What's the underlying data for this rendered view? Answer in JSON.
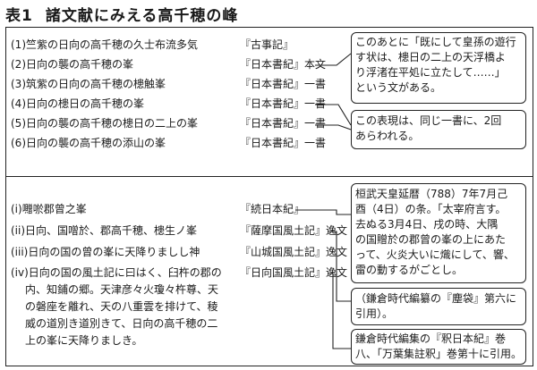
{
  "title": {
    "label": "表1",
    "text": "諸文献にみえる高千穂の峰"
  },
  "upper_rows": [
    {
      "entry": "(1)竺紫の日向の高千穂の久士布流多気",
      "source": "『古事記』"
    },
    {
      "entry": "(2)日向の襲の高千穂の峯",
      "source": "『日本書紀』本文"
    },
    {
      "entry": "(3)筑紫の日向の高千穂の槵触峯",
      "source": "『日本書紀』一書"
    },
    {
      "entry": "(4)日向の槵日の高千穂の峯",
      "source": "『日本書紀』一書"
    },
    {
      "entry": "(5)日向の襲の高千穂の槵日の二上の峯",
      "source": "『日本書紀』一書"
    },
    {
      "entry": "(6)日向の襲の高千穂の添山の峯",
      "source": "『日本書紀』一書"
    }
  ],
  "upper_notes": [
    {
      "lines": [
        "このあとに「既にして皇孫の遊行",
        "す状は、槵日の二上の天浮橋よ",
        "り浮渚在平処に立たして……」",
        "という文がある。"
      ]
    },
    {
      "lines": [
        "この表現は、同じ一書に、2回",
        "あらわれる。"
      ]
    }
  ],
  "lower_rows": [
    {
      "entry": "(i)囎唹郡曾之峯",
      "source": "『続日本紀』"
    },
    {
      "entry": "(ii)日向、国噌於、郡高千穂、槵生ノ峯",
      "source": "『薩摩国風土記』逸文"
    },
    {
      "entry": "(iii)日向の国の曾の峯に天降りましし神",
      "source": "『山城国風土記』逸文"
    },
    {
      "entry": "(iv)日向の国の風土記に曰はく、臼杵の郡の",
      "source": "『日向国風土記』逸文"
    }
  ],
  "lower_entry_continued": [
    "内、知鋪の郷。天津彦々火瓊々杵尊、天",
    "の磐座を離れ、天の八重雲を排けて、稜",
    "威の道別き道別きて、日向の高千穂の二",
    "上の峯に天降りましき。"
  ],
  "lower_notes": [
    {
      "lines": [
        "桓武天皇延暦（788）7年7月己",
        "酉（4日）の条。「太宰府言す。",
        "去ぬる3月4日、戌の時、大隅",
        "の国贈於の郡曾の峯の上にあた",
        "って、火炎大いに熾にして、響、",
        "雷の動するがごとし。"
      ]
    },
    {
      "lines": [
        "（鎌倉時代編纂の『塵袋』第六に",
        "引用）。"
      ]
    },
    {
      "lines": [
        "鎌倉時代編集の『釈日本紀』巻",
        "八、「万葉集註釈」巻第十に引用。"
      ]
    }
  ]
}
